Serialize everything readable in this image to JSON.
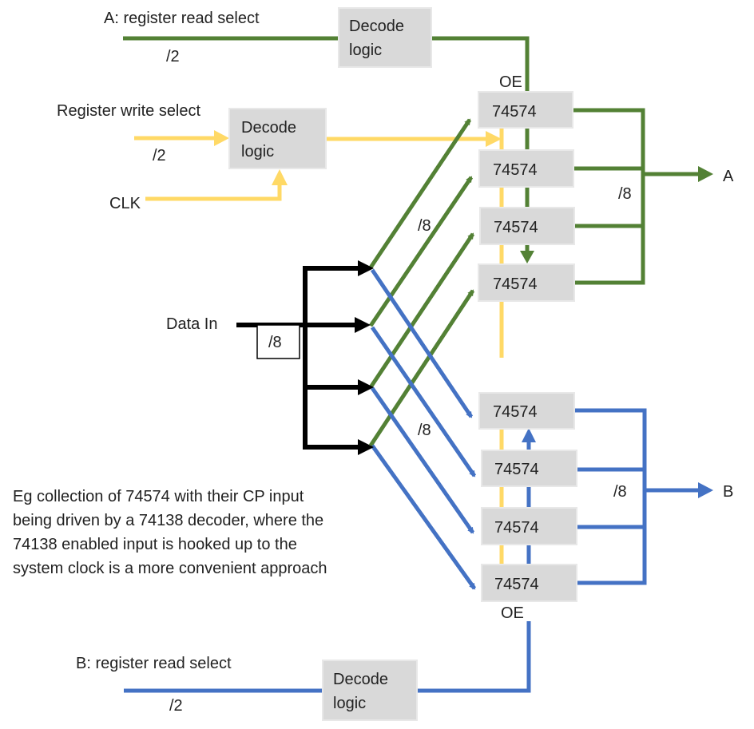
{
  "colors": {
    "green": "#538135",
    "yellow": "#ffd966",
    "blue": "#4472c4",
    "black": "#000000",
    "box_fill": "#d9d9d9"
  },
  "labels": {
    "a_read_select": "A: register read select",
    "a_read_width": "/2",
    "write_select": "Register write select",
    "write_width": "/2",
    "clk": "CLK",
    "data_in": "Data In",
    "data_in_width": "/8",
    "green_bus_width": "/8",
    "blue_bus_width": "/8",
    "a_out_width": "/8",
    "b_out_width": "/8",
    "output_a": "A",
    "output_b": "B",
    "oe_top": "OE",
    "oe_bottom": "OE",
    "b_read_select": "B: register read select",
    "b_read_width": "/2"
  },
  "decoders": {
    "a_line1": "Decode",
    "a_line2": "logic",
    "write_line1": "Decode",
    "write_line2": "logic",
    "b_line1": "Decode",
    "b_line2": "logic"
  },
  "registers": {
    "a_bank": [
      "74574",
      "74574",
      "74574",
      "74574"
    ],
    "b_bank": [
      "74574",
      "74574",
      "74574",
      "74574"
    ]
  },
  "note": [
    "Eg collection of 74574 with their CP input",
    "being driven by a 74138 decoder, where the",
    "74138 enabled input is hooked up to the",
    "system clock is a more convenient approach"
  ]
}
